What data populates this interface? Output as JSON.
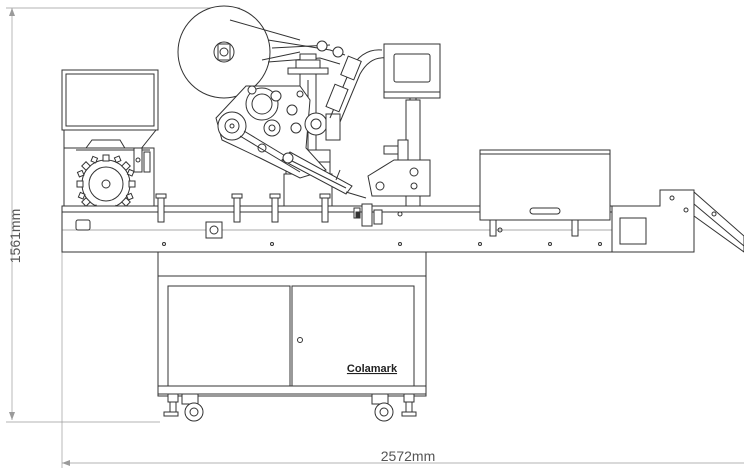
{
  "dimensions": {
    "height_label": "1561mm",
    "width_label": "2572mm"
  },
  "brand": {
    "name": "Colamark"
  }
}
